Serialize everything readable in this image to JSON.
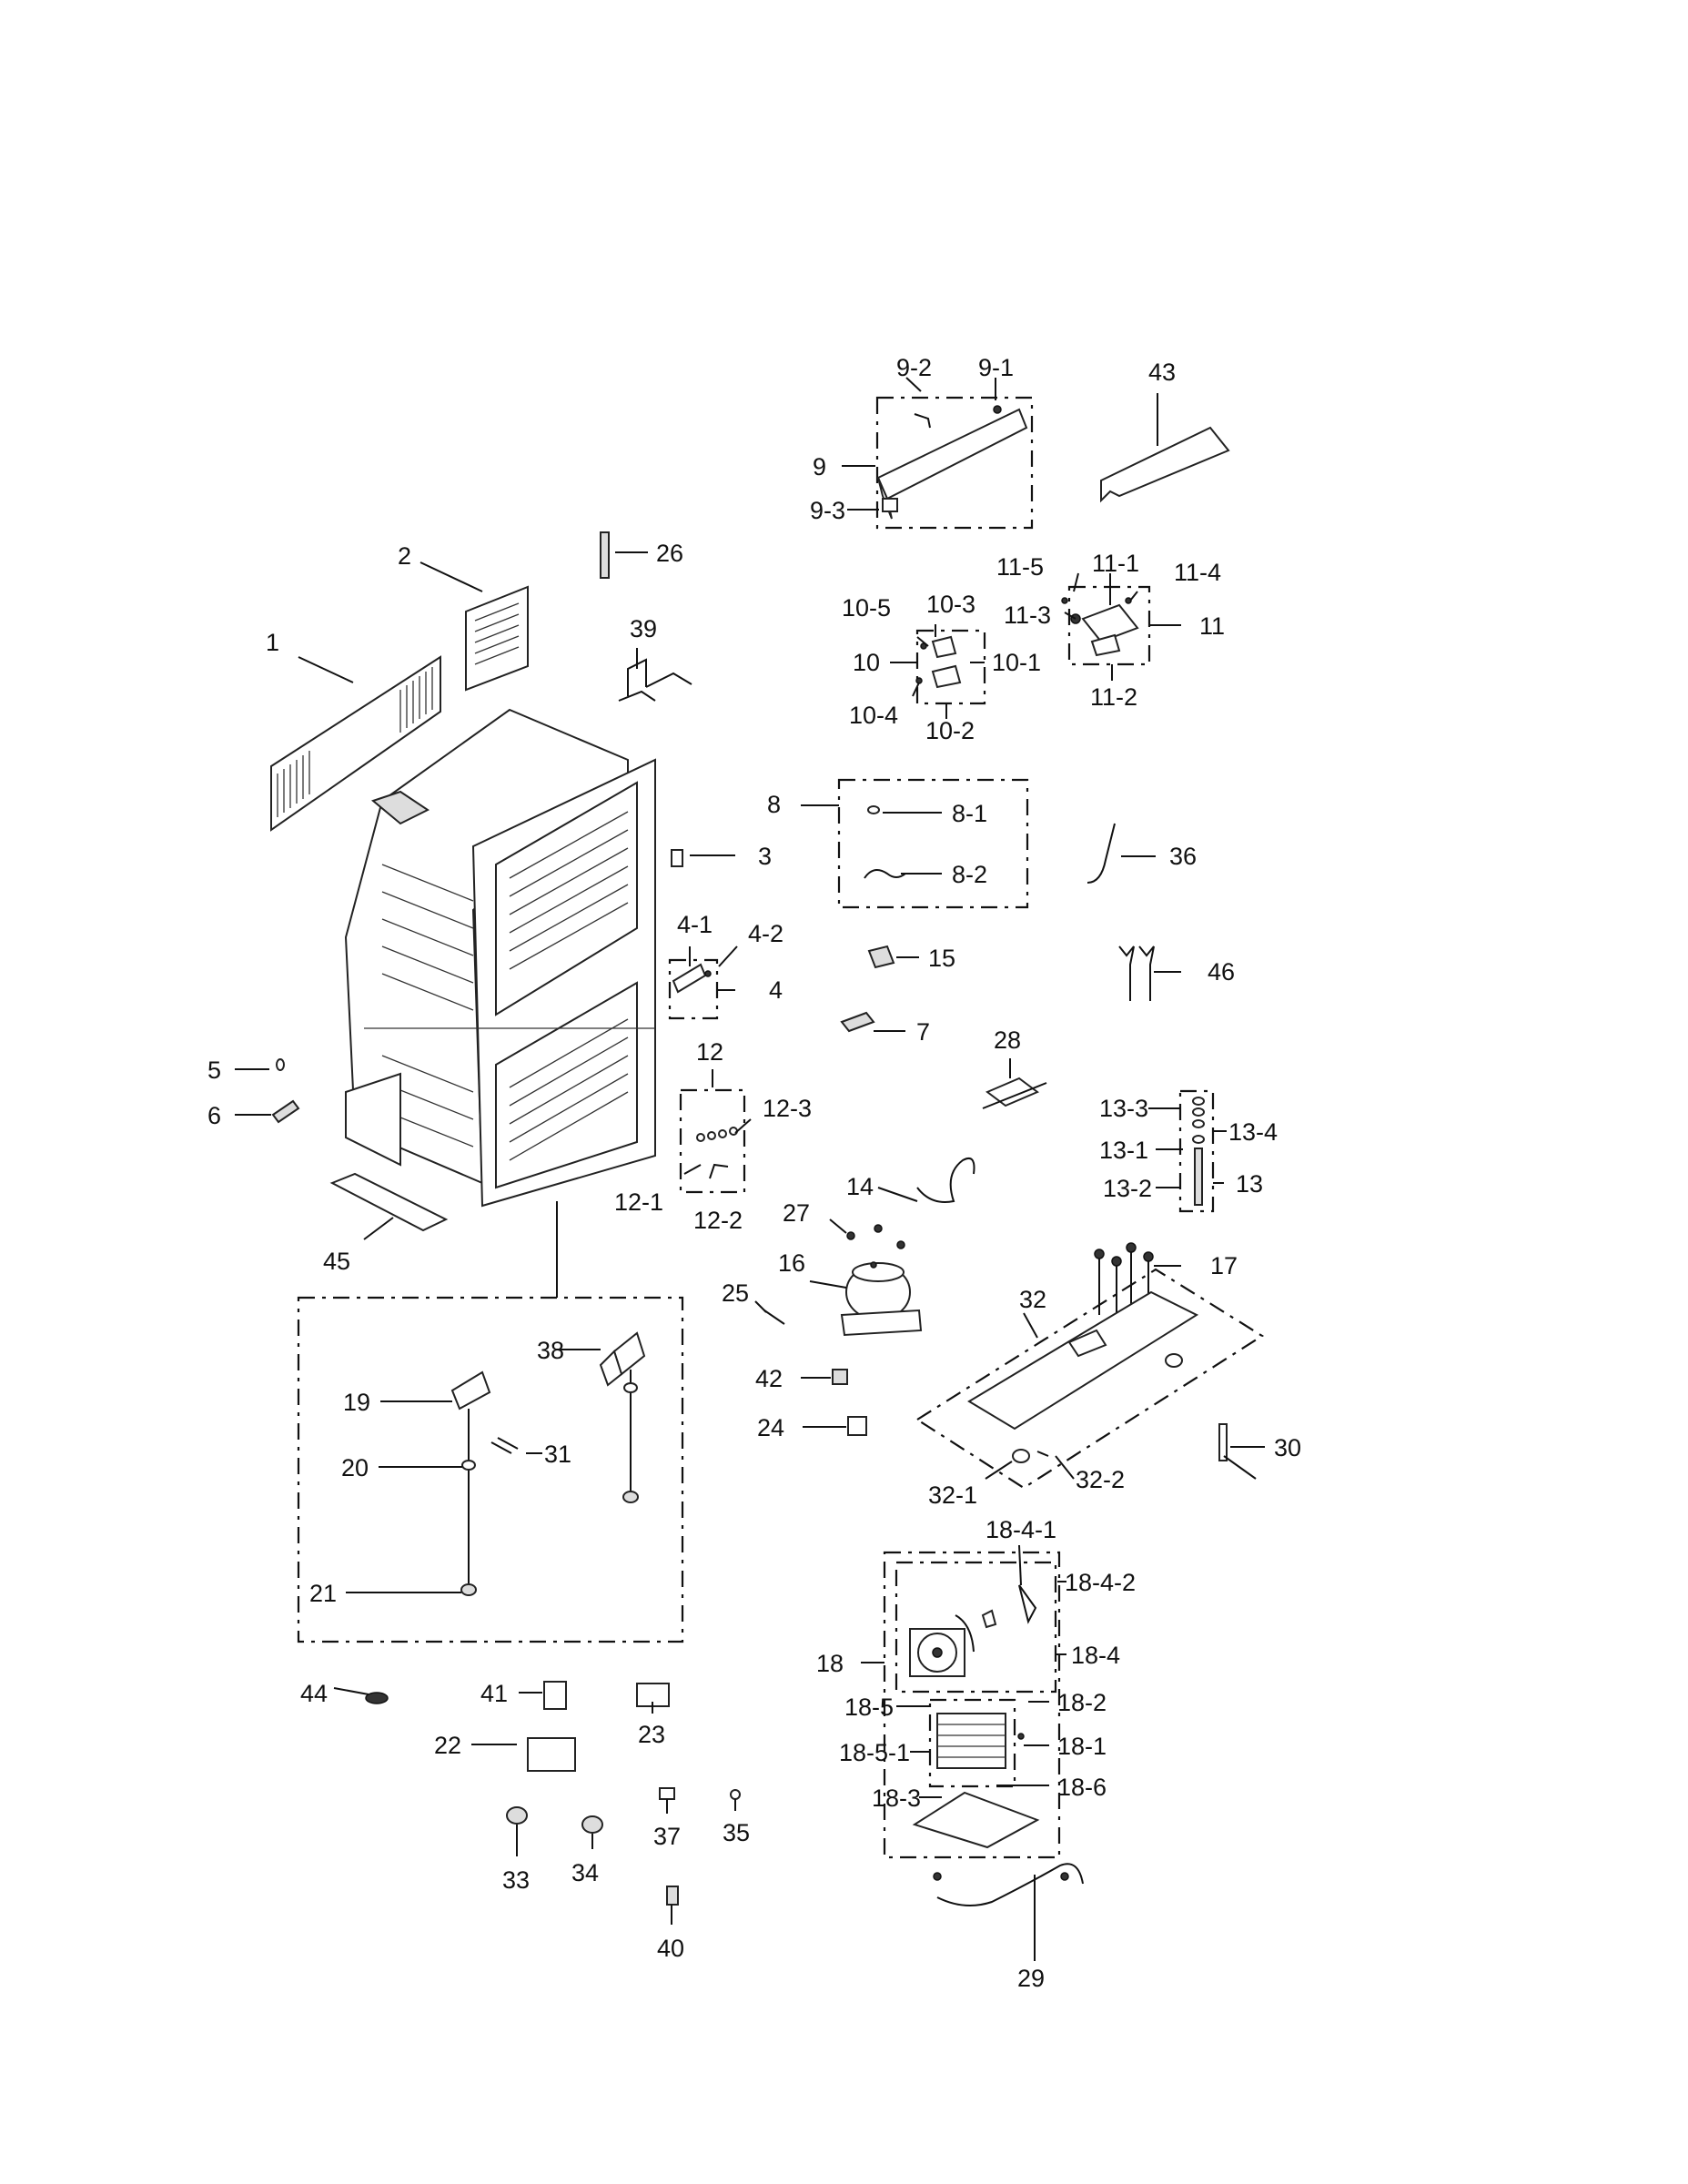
{
  "labels": {
    "l1": "1",
    "l2": "2",
    "l3": "3",
    "l4": "4",
    "l4_1": "4-1",
    "l4_2": "4-2",
    "l5": "5",
    "l6": "6",
    "l7": "7",
    "l8": "8",
    "l8_1": "8-1",
    "l8_2": "8-2",
    "l9": "9",
    "l9_1": "9-1",
    "l9_2": "9-2",
    "l9_3": "9-3",
    "l10": "10",
    "l10_1": "10-1",
    "l10_2": "10-2",
    "l10_3": "10-3",
    "l10_4": "10-4",
    "l10_5": "10-5",
    "l11": "11",
    "l11_1": "11-1",
    "l11_2": "11-2",
    "l11_3": "11-3",
    "l11_4": "11-4",
    "l11_5": "11-5",
    "l12": "12",
    "l12_1": "12-1",
    "l12_2": "12-2",
    "l12_3": "12-3",
    "l13": "13",
    "l13_1": "13-1",
    "l13_2": "13-2",
    "l13_3": "13-3",
    "l13_4": "13-4",
    "l14": "14",
    "l15": "15",
    "l16": "16",
    "l17": "17",
    "l18": "18",
    "l18_1": "18-1",
    "l18_2": "18-2",
    "l18_3": "18-3",
    "l18_4": "18-4",
    "l18_4_1": "18-4-1",
    "l18_4_2": "18-4-2",
    "l18_5": "18-5",
    "l18_5_1": "18-5-1",
    "l18_6": "18-6",
    "l19": "19",
    "l20": "20",
    "l21": "21",
    "l22": "22",
    "l23": "23",
    "l24": "24",
    "l25": "25",
    "l26": "26",
    "l27": "27",
    "l28": "28",
    "l29": "29",
    "l30": "30",
    "l31": "31",
    "l32": "32",
    "l32_1": "32-1",
    "l32_2": "32-2",
    "l33": "33",
    "l34": "34",
    "l35": "35",
    "l36": "36",
    "l37": "37",
    "l38": "38",
    "l39": "39",
    "l40": "40",
    "l41": "41",
    "l42": "42",
    "l43": "43",
    "l44": "44",
    "l45": "45",
    "l46": "46"
  }
}
